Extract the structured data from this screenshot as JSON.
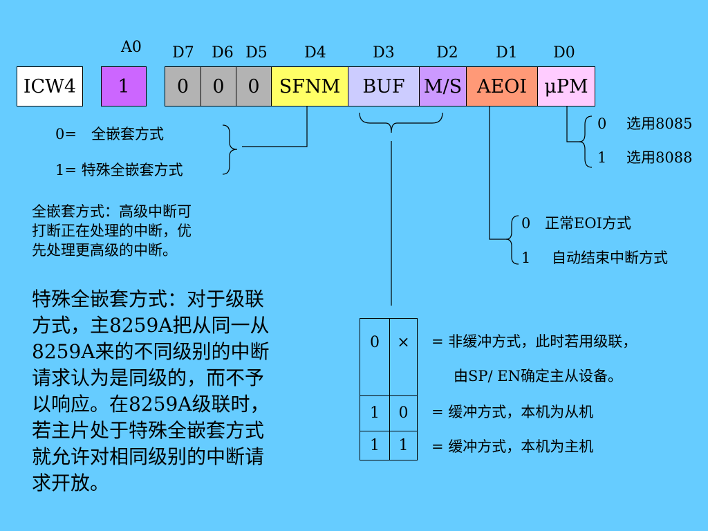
{
  "header": {
    "a0": "A0",
    "bits": [
      "D7",
      "D6",
      "D5",
      "D4",
      "D3",
      "D2",
      "D1",
      "D0"
    ]
  },
  "register": {
    "name": "ICW4",
    "a0_value": "1",
    "cells": [
      "0",
      "0",
      "0",
      "SFNM",
      "BUF",
      "M/S",
      "AEOI",
      "μPM"
    ]
  },
  "colors": {
    "background": "#66ccff",
    "a0": "#cc66ff",
    "zero": "#b3b3b3",
    "sfnm": "#ffff66",
    "buf": "#ccccff",
    "ms": "#cc99ff",
    "aeoi": "#ff9977",
    "upm": "#ffccff"
  },
  "sfnm": {
    "opt0": "0=　全嵌套方式",
    "opt1": "1=  特殊全嵌套方式"
  },
  "upm": {
    "opt0_value": "0",
    "opt0_text": "选用8085",
    "opt1_value": "1",
    "opt1_text": "选用8088"
  },
  "aeoi": {
    "opt0_value": "0",
    "opt0_text": "正常EOI方式",
    "opt1_value": "1",
    "opt1_text": "自动结束中断方式"
  },
  "full_nesting_note": [
    "全嵌套方式：高级中断可",
    "打断正在处理的中断，优",
    "先处理更高级的中断。"
  ],
  "special_nesting_note": [
    "特殊全嵌套方式：对于级联",
    "方式，主8259A把从同一从",
    "8259A来的不同级别的中断",
    "请求认为是同级的，而不予",
    "以响应。在8259A级联时，",
    "若主片处于特殊全嵌套方式",
    "就允许对相同级别的中断请",
    "求开放。"
  ],
  "buf_table": {
    "rows": [
      {
        "buf": "0",
        "ms": "×"
      },
      {
        "buf": "1",
        "ms": "0"
      },
      {
        "buf": "1",
        "ms": "1"
      }
    ],
    "desc": [
      "= 非缓冲方式，此时若用级联，",
      "由SP/ EN确定主从设备。",
      "= 缓冲方式，本机为从机",
      "= 缓冲方式，本机为主机"
    ]
  }
}
